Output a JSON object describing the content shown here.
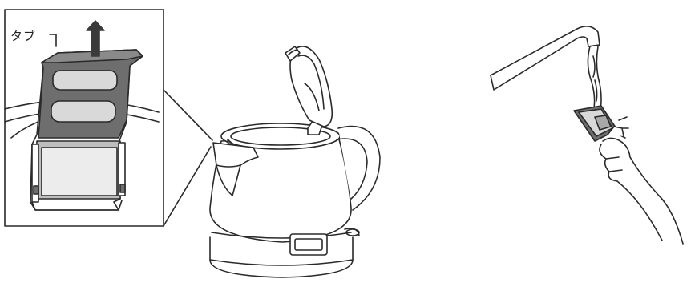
{
  "inset": {
    "callout_label": "タブ"
  },
  "figures": {
    "left": "inset-detail-filter-removal",
    "center": "electric-kettle-lid-open",
    "right": "filter-rinsing-under-faucet"
  },
  "colors": {
    "line": "#2a2a2a",
    "fill_dark": "#6e6e6e",
    "fill_mid": "#a8a8a8",
    "fill_light": "#d9d9d9",
    "arrow": "#3a3a3a"
  }
}
